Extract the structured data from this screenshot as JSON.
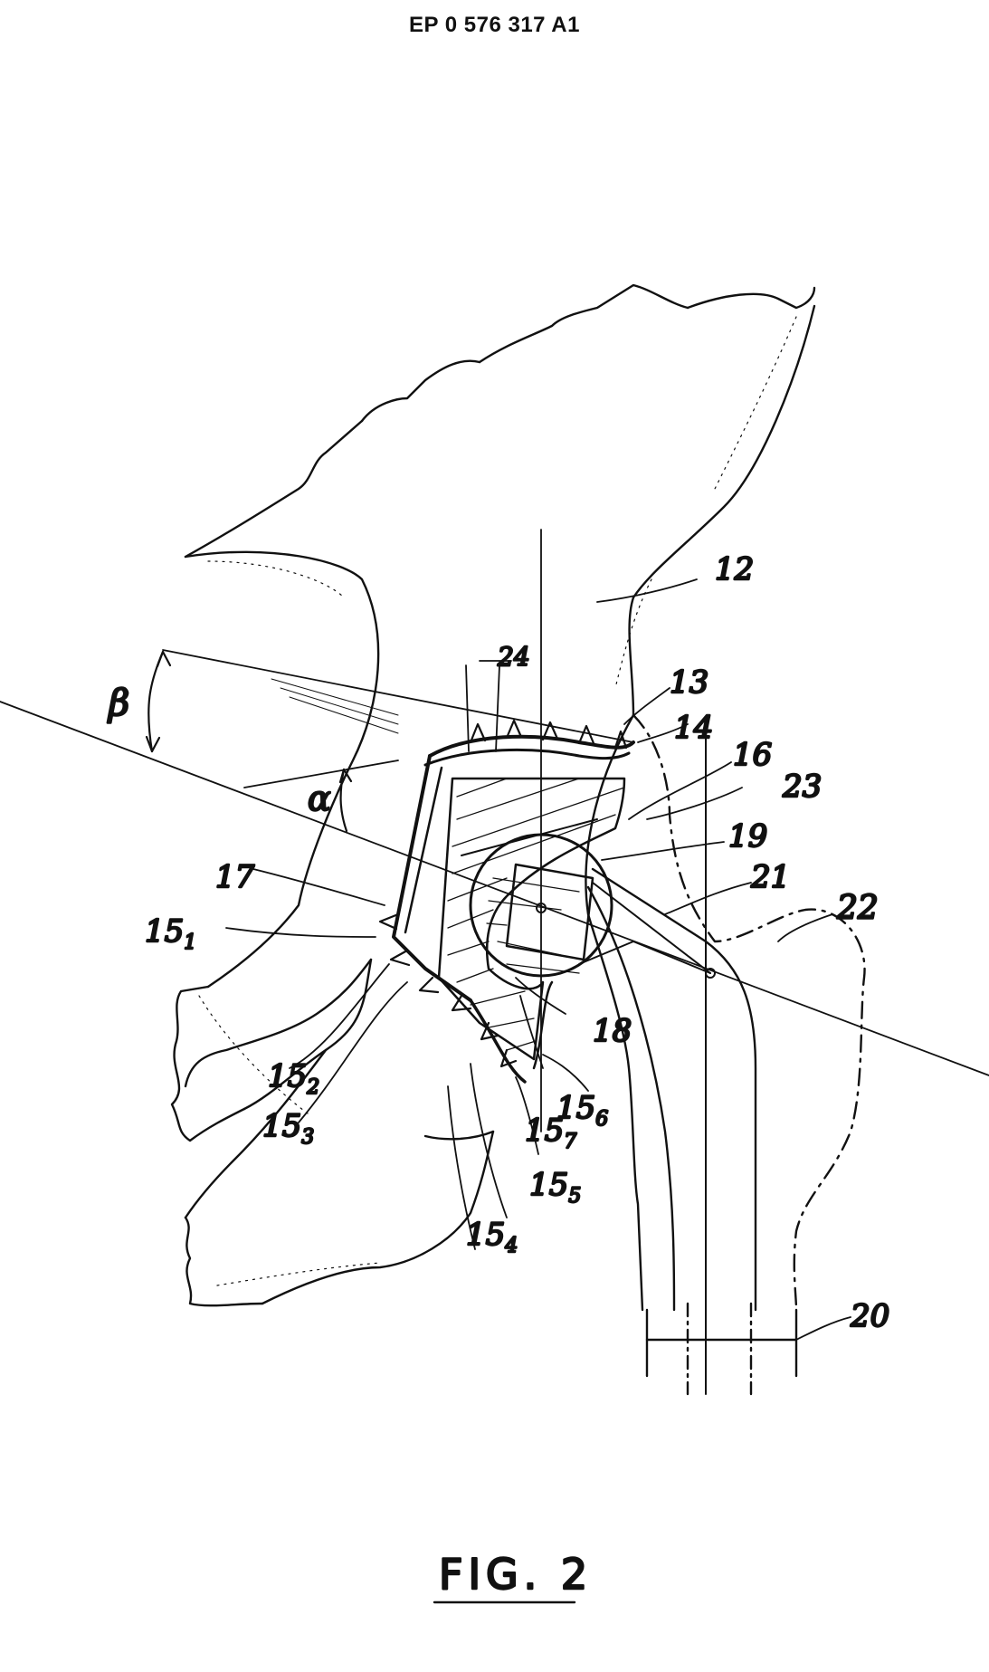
{
  "header": {
    "doc_number": "EP 0 576 317 A1"
  },
  "figure": {
    "caption": "FIG. 2",
    "labels": {
      "l12": "12",
      "l13": "13",
      "l14": "14",
      "l16": "16",
      "l23": "23",
      "l19": "19",
      "l21": "21",
      "l22": "22",
      "l24": "24",
      "l17": "17",
      "l18": "18",
      "l20": "20",
      "beta": "β",
      "alpha": "α",
      "l15_1": "15",
      "l15_1s": "1",
      "l15_2": "15",
      "l15_2s": "2",
      "l15_3": "15",
      "l15_3s": "3",
      "l15_4": "15",
      "l15_4s": "4",
      "l15_5": "15",
      "l15_5s": "5",
      "l15_6": "15",
      "l15_6s": "6",
      "l15_7": "15",
      "l15_7s": "7"
    }
  }
}
